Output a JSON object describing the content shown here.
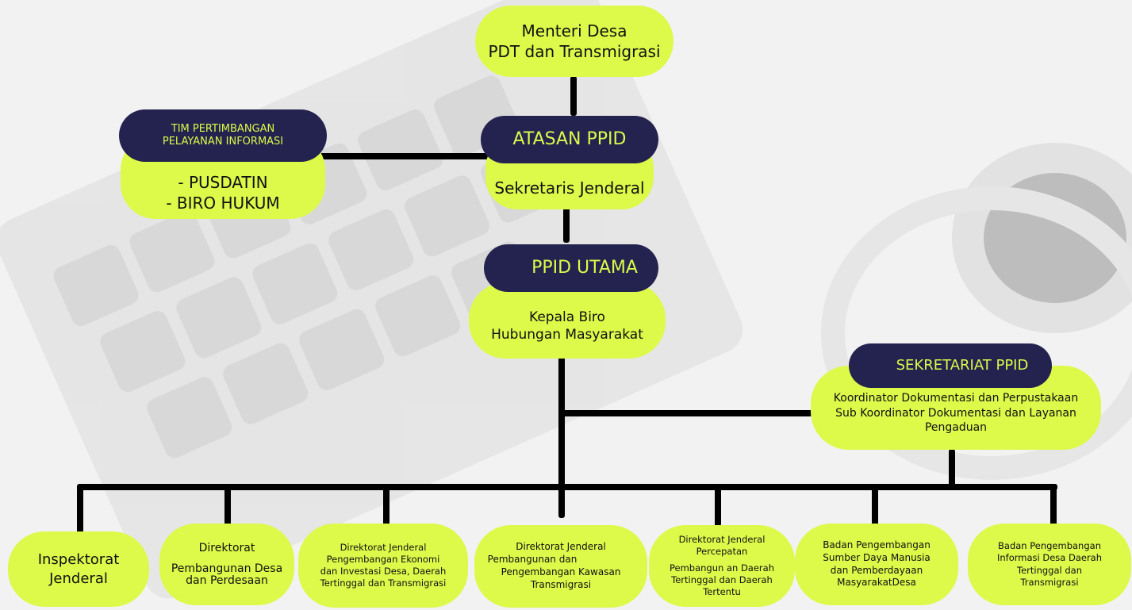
{
  "top": {
    "line1": "Menteri Desa",
    "line2": "PDT dan Transmigrasi"
  },
  "atasan": {
    "header": "ATASAN PPID",
    "body": "Sekretaris Jenderal"
  },
  "tim": {
    "header_line1": "TIM PERTIMBANGAN",
    "header_line2": "PELAYANAN INFORMASI",
    "item1": "- PUSDATIN",
    "item2": "- BIRO HUKUM"
  },
  "ppid_utama": {
    "header": "PPID UTAMA",
    "line1": "Kepala Biro",
    "line2": "Hubungan Masyarakat"
  },
  "sekretariat": {
    "header": "SEKRETARIAT PPID",
    "line1": "Koordinator Dokumentasi dan Perpustakaan",
    "line2": "Sub Koordinator Dokumentasi dan Layanan",
    "line3": "Pengaduan"
  },
  "units": [
    {
      "lines": [
        "Inspektorat",
        "Jenderal"
      ]
    },
    {
      "lines": [
        "Direktorat",
        "Pembangunan Desa",
        "dan Perdesaan"
      ]
    },
    {
      "lines": [
        "Direktorat Jenderal",
        "Pengembangan Ekonomi",
        "dan Investasi Desa, Daerah",
        "Tertinggal dan Transmigrasi"
      ]
    },
    {
      "lines": [
        "Direktorat Jenderal",
        "Pembangunan dan",
        "Pengembangan Kawasan",
        "Transmigrasi"
      ]
    },
    {
      "lines": [
        "Direktorat Jenderal",
        "Percepatan",
        "Pembangun an Daerah",
        "Tertinggal dan Daerah",
        "Tertentu"
      ]
    },
    {
      "lines": [
        "Badan Pengembangan",
        "Sumber Daya Manusia",
        "dan Pemberdayaan",
        "MasyarakatDesa"
      ]
    },
    {
      "lines": [
        "Badan Pengembangan",
        "Informasi Desa Daerah",
        "Tertinggal dan",
        "Transmigrasi"
      ]
    }
  ],
  "colors": {
    "node_fill": "#ddf94a",
    "header_fill": "#24234f",
    "header_text": "#ddf94a",
    "connector": "#000000"
  }
}
